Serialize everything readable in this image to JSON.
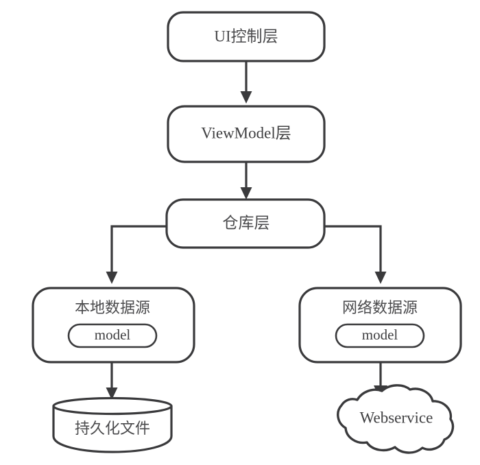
{
  "diagram": {
    "type": "architecture-layer-flowchart",
    "orientation": "top-down",
    "background_color": "#ffffff",
    "stroke_color": "#3a3a3c",
    "text_color": "#4a4a4c",
    "nodes": [
      {
        "id": "ui-layer",
        "label": "UI控制层",
        "shape": "rounded-rectangle"
      },
      {
        "id": "viewmodel-layer",
        "label": "ViewModel层",
        "shape": "rounded-rectangle"
      },
      {
        "id": "repository-layer",
        "label": "仓库层",
        "shape": "rounded-rectangle"
      },
      {
        "id": "local-data-source",
        "label": "本地数据源",
        "shape": "rounded-rectangle",
        "inner": {
          "id": "local-model",
          "label": "model",
          "shape": "pill"
        }
      },
      {
        "id": "network-data-source",
        "label": "网络数据源",
        "shape": "rounded-rectangle",
        "inner": {
          "id": "network-model",
          "label": "model",
          "shape": "pill"
        }
      },
      {
        "id": "persistent-file",
        "label": "持久化文件",
        "shape": "cylinder"
      },
      {
        "id": "webservice",
        "label": "Webservice",
        "shape": "cloud"
      }
    ],
    "edges": [
      {
        "from": "ui-layer",
        "to": "viewmodel-layer",
        "style": "straight-arrow"
      },
      {
        "from": "viewmodel-layer",
        "to": "repository-layer",
        "style": "straight-arrow"
      },
      {
        "from": "repository-layer",
        "to": "local-data-source",
        "style": "elbow-arrow-left"
      },
      {
        "from": "repository-layer",
        "to": "network-data-source",
        "style": "elbow-arrow-right"
      },
      {
        "from": "local-data-source",
        "to": "persistent-file",
        "style": "straight-arrow"
      },
      {
        "from": "network-data-source",
        "to": "webservice",
        "style": "straight-arrow"
      }
    ]
  }
}
